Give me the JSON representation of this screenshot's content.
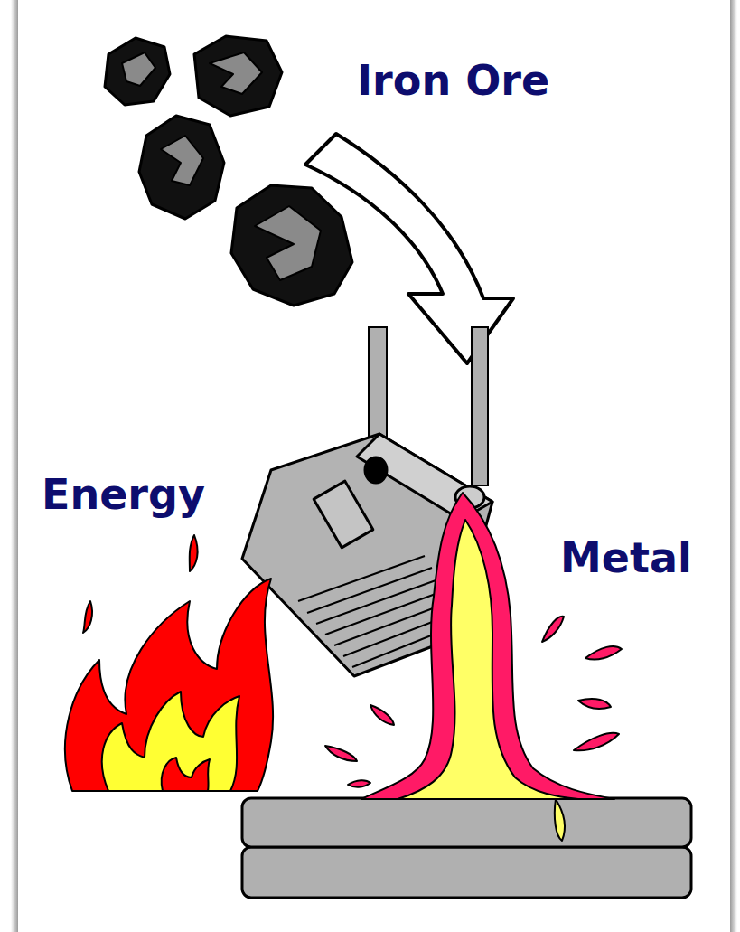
{
  "diagram": {
    "labels": [
      "Iron Ore",
      "Energy",
      "Metal"
    ]
  }
}
